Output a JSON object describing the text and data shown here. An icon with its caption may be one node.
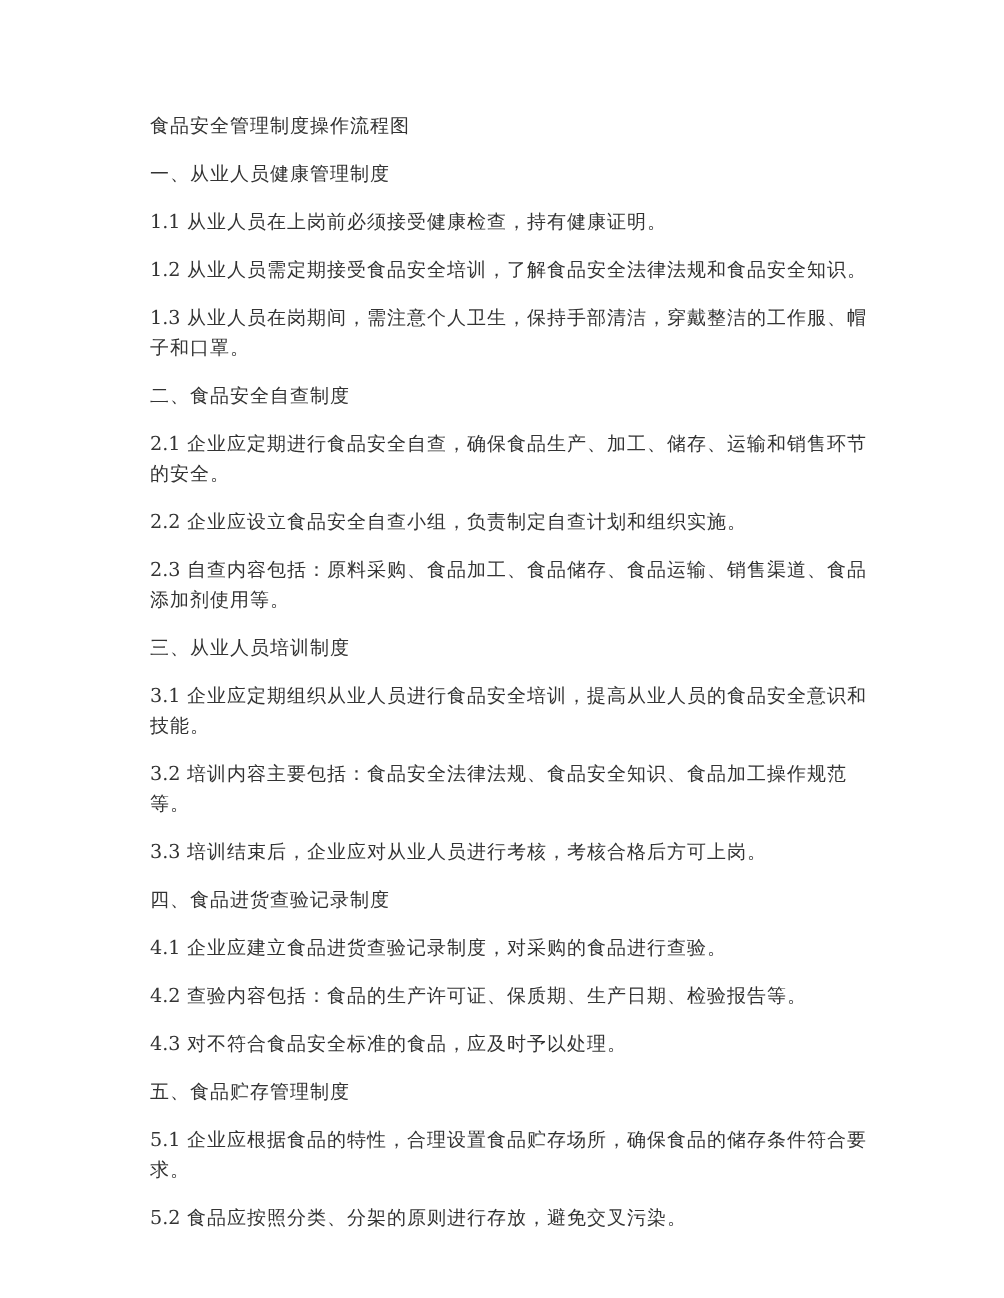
{
  "diagram": {
    "title": "食品安全管理制度操作流程图",
    "labels": [
      "一、从业人员健康管理制度",
      "1.1 从业人员在上岗前必须接受健康检查，持有健康证明。",
      "1.2 从业人员需定期接受食品安全培训，了解食品安全法律法规和食品安全知识。",
      "1.3 从业人员在岗期间，需注意个人卫生，保持手部清洁，穿戴整洁的工作服、帽子和口罩。",
      "二、食品安全自查制度",
      "2.1 企业应定期进行食品安全自查，确保食品生产、加工、储存、运输和销售环节的安全。",
      "2.2 企业应设立食品安全自查小组，负责制定自查计划和组织实施。",
      "2.3 自查内容包括：原料采购、食品加工、食品储存、食品运输、销售渠道、食品添加剂使用等。",
      "三、从业人员培训制度",
      "3.1 企业应定期组织从业人员进行食品安全培训，提高从业人员的食品安全意识和技能。",
      "3.2 培训内容主要包括：食品安全法律法规、食品安全知识、食品加工操作规范等。",
      "3.3 培训结束后，企业应对从业人员进行考核，考核合格后方可上岗。",
      "四、食品进货查验记录制度",
      "4.1 企业应建立食品进货查验记录制度，对采购的食品进行查验。",
      "4.2 查验内容包括：食品的生产许可证、保质期、生产日期、检验报告等。",
      "4.3 对不符合食品安全标准的食品，应及时予以处理。",
      "五、食品贮存管理制度",
      "5.1 企业应根据食品的特性，合理设置食品贮存场所，确保食品的储存条件符合要求。",
      "5.2 食品应按照分类、分架的原则进行存放，避免交叉污染。"
    ]
  }
}
